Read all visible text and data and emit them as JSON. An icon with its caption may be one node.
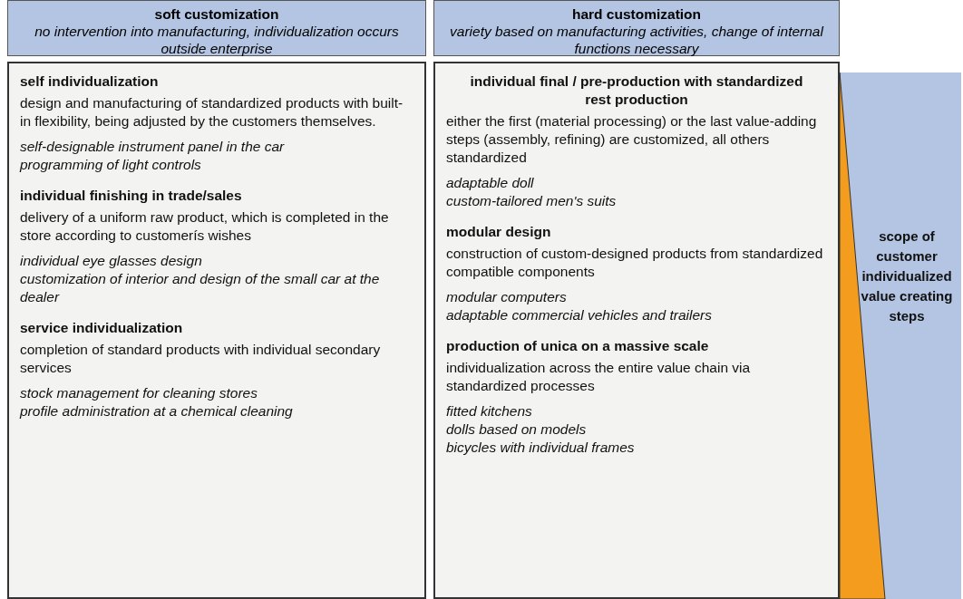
{
  "diagram": {
    "nodes": [
      {
        "text": [
          "soft customization",
          "no intervention into manufacturing, individualization occurs outside enterprise"
        ]
      },
      {
        "text": [
          "hard customization",
          "variety based on manufacturing activities, change of internal functions necessary"
        ]
      },
      {
        "text": [
          "self individualization",
          "design and manufacturing of standardized products with built-in flexibility, being adjusted by the customers themselves.",
          "self-designable instrument panel in the car",
          "programming of light controls",
          "individual finishing in trade/sales",
          "delivery of a uniform raw product, which is completed in the store according to customerís wishes",
          "individual eye glasses design",
          "customization of interior and design of the small car at the dealer",
          "service individualization",
          "completion of standard products with individual secondary services",
          "stock management for cleaning stores",
          "profile administration at a chemical cleaning"
        ]
      },
      {
        "text": [
          "individual final / pre-production with standardized rest production",
          "either the first (material processing) or the last value-adding steps (assembly, refining) are customized, all others standardized",
          "adaptable doll",
          "custom-tailored men's suits",
          "modular design",
          "construction of custom-designed products from standardized compatible components",
          "modular computers",
          "adaptable commercial vehicles and trailers",
          "production of unica on a massive scale",
          "individualization across the entire value chain via standardized processes",
          "fitted kitchens",
          "dolls based on models",
          "bicycles with individual frames"
        ]
      },
      {
        "text": [
          "scope of customer individualized value creating steps"
        ]
      }
    ],
    "edges": []
  }
}
